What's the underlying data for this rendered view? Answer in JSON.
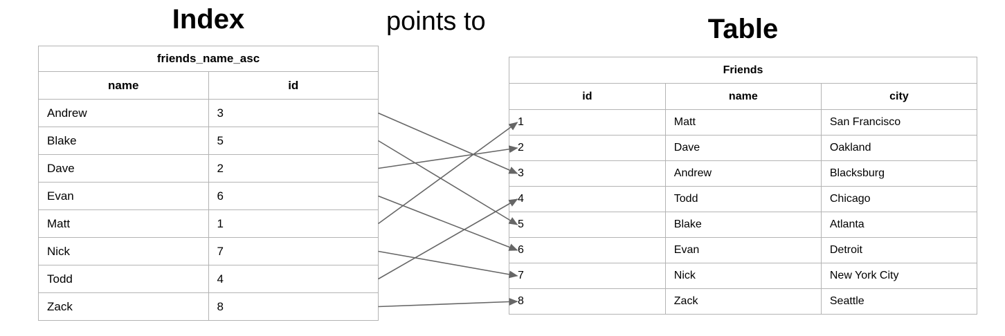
{
  "diagram": {
    "index_title": "Index",
    "relation_label": "points to",
    "table_title": "Table",
    "arrow_color": "#666666"
  },
  "index_table": {
    "name": "friends_name_asc",
    "columns": [
      "name",
      "id"
    ],
    "rows": [
      [
        "Andrew",
        3
      ],
      [
        "Blake",
        5
      ],
      [
        "Dave",
        2
      ],
      [
        "Evan",
        6
      ],
      [
        "Matt",
        1
      ],
      [
        "Nick",
        7
      ],
      [
        "Todd",
        4
      ],
      [
        "Zack",
        8
      ]
    ]
  },
  "friends_table": {
    "name": "Friends",
    "columns": [
      "id",
      "name",
      "city"
    ],
    "rows": [
      [
        1,
        "Matt",
        "San Francisco"
      ],
      [
        2,
        "Dave",
        "Oakland"
      ],
      [
        3,
        "Andrew",
        "Blacksburg"
      ],
      [
        4,
        "Todd",
        "Chicago"
      ],
      [
        5,
        "Blake",
        "Atlanta"
      ],
      [
        6,
        "Evan",
        "Detroit"
      ],
      [
        7,
        "Nick",
        "New York City"
      ],
      [
        8,
        "Zack",
        "Seattle"
      ]
    ]
  }
}
